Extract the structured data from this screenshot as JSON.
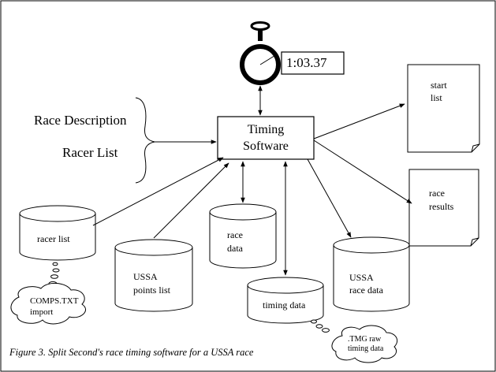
{
  "timer": {
    "readout": "1:03.37"
  },
  "inputs": {
    "race_description": "Race Description",
    "racer_list": "Racer List"
  },
  "software": {
    "line1": "Timing",
    "line2": "Software"
  },
  "docs": {
    "start_list": {
      "line1": "start",
      "line2": "list"
    },
    "race_results": {
      "line1": "race",
      "line2": "results"
    }
  },
  "cylinders": {
    "racer_list": {
      "line1": "racer list"
    },
    "ussa_points": {
      "line1": "USSA",
      "line2": "points list"
    },
    "race_data": {
      "line1": "race",
      "line2": "data"
    },
    "timing_data": {
      "line1": "timing data"
    },
    "ussa_race": {
      "line1": "USSA",
      "line2": "race data"
    }
  },
  "clouds": {
    "comps": {
      "line1": "COMPS.TXT",
      "line2": "import"
    },
    "tmg": {
      "line1": ".TMG raw",
      "line2": "timing data"
    }
  },
  "caption": "Figure 3. Split Second's race timing software for a USSA race"
}
